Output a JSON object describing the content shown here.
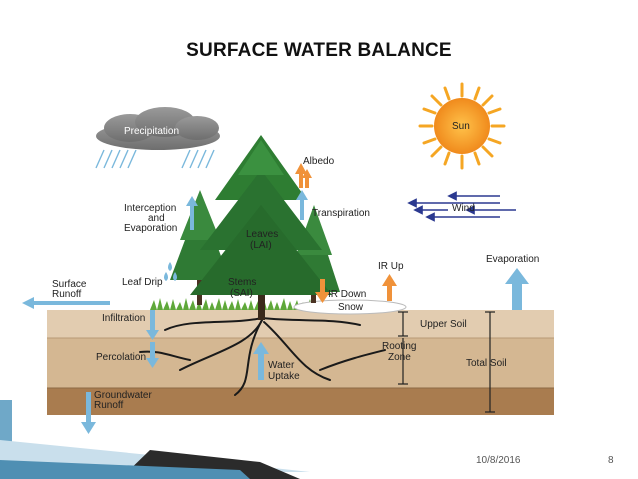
{
  "slide": {
    "title": "SURFACE WATER BALANCE",
    "date": "10/8/2016",
    "page_number": "8"
  },
  "diagram": {
    "labels": {
      "precipitation": "Precipitation",
      "sun": "Sun",
      "albedo": "Albedo",
      "wind": "Wind",
      "interception_1": "Interception",
      "interception_2": "and",
      "interception_3": "Evaporation",
      "transpiration": "Transpiration",
      "leaves_1": "Leaves",
      "leaves_2": "(LAI)",
      "leaf_drip": "Leaf Drip",
      "stems_1": "Stems",
      "stems_2": "(SAI)",
      "ir_up": "IR Up",
      "ir_down": "IR Down",
      "snow": "Snow",
      "evaporation": "Evaporation",
      "surface_runoff_1": "Surface",
      "surface_runoff_2": "Runoff",
      "infiltration": "Infiltration",
      "upper_soil": "Upper Soil",
      "rooting_zone_1": "Rooting",
      "rooting_zone_2": "Zone",
      "total_soil": "Total Soil",
      "percolation": "Percolation",
      "water_uptake_1": "Water",
      "water_uptake_2": "Uptake",
      "groundwater_runoff_1": "Groundwater",
      "groundwater_runoff_2": "Runoff"
    },
    "colors": {
      "water_arrow": "#7ab8dc",
      "energy_arrow": "#f0923a",
      "wind_arrow": "#2b3990",
      "sun": "#f5a623",
      "cloud": "#8a8a8a",
      "tree": "#2e7d32",
      "soil_top": "#dcc3a6",
      "soil_mid": "#cfb08c",
      "soil_deep": "#a67b4e"
    }
  }
}
